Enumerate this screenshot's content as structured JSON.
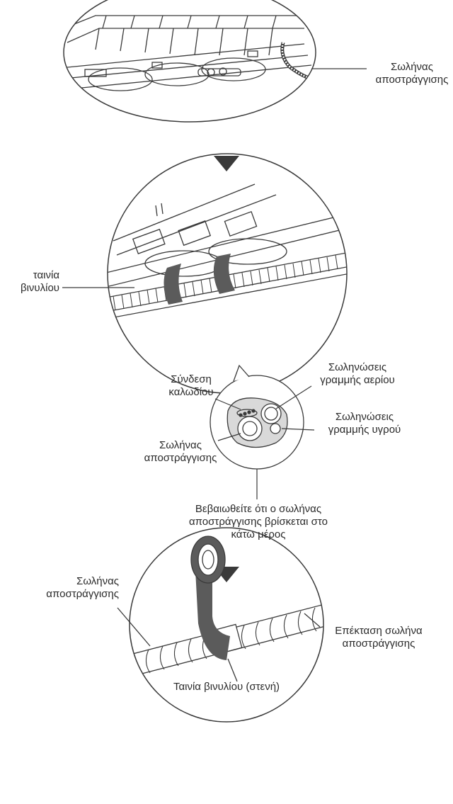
{
  "diagram": {
    "step1": {
      "drain_hose_label": "Σωλήνας\nαποστράγγισης"
    },
    "step2": {
      "vinyl_tape_label": "ταινία\nβινυλίου",
      "cable_connection_label": "Σύνδεση\nκαλωδίου",
      "gas_line_label": "Σωληνώσεις\nγραμμής αερίου",
      "liquid_line_label": "Σωληνώσεις\nγραμμής υγρού",
      "drain_hose_label": "Σωλήνας\nαποστράγγισης",
      "note": "Βεβαιωθείτε ότι ο σωλήνας\nαποστράγγισης βρίσκεται στο\nκάτω μέρος"
    },
    "step3": {
      "drain_hose_label": "Σωλήνας\nαποστράγγισης",
      "extension_label": "Επέκταση σωλήνα\nαποστράγγισης",
      "narrow_tape_label": "Ταινία βινυλίου (στενή)"
    },
    "colors": {
      "line": "#3a3a3a",
      "tape": "#5b5b5b",
      "arrow": "#3a3a3a"
    }
  }
}
